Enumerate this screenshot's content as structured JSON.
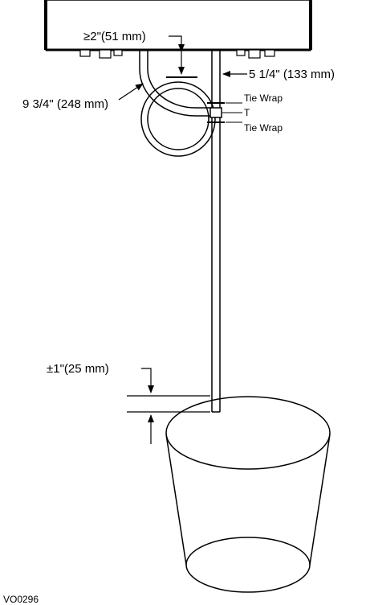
{
  "labels": {
    "clearance": "≥2\"(51 mm)",
    "vertical_length": "5 1/4\" (133 mm)",
    "loop_length": "9 3/4\" (248 mm)",
    "tie_wrap_upper": "Tie Wrap",
    "tee": "T",
    "tie_wrap_lower": "Tie Wrap",
    "submersion": "±1\"(25 mm)",
    "figure_id": "VO0296"
  },
  "colors": {
    "line": "#000000",
    "fill": "#ffffff",
    "housing_shade": "#e6e6e6"
  }
}
